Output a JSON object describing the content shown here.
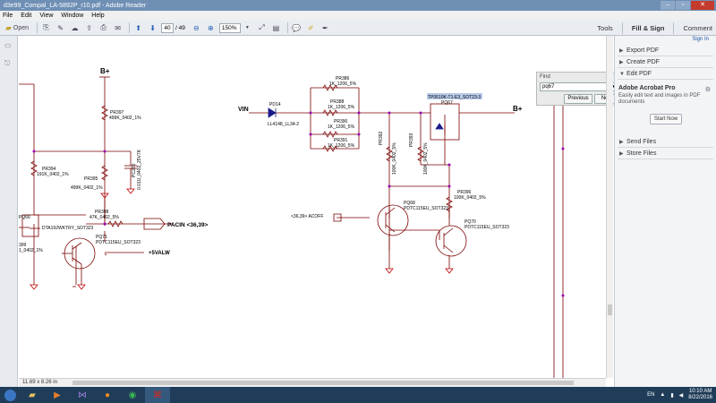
{
  "window": {
    "title": "d3e99_Compal_LA-5892P_r10.pdf - Adobe Reader"
  },
  "menu": [
    "File",
    "Edit",
    "View",
    "Window",
    "Help"
  ],
  "toolbar": {
    "open_label": "Open",
    "current_page": "40",
    "page_total": "/ 49",
    "zoom": "150%"
  },
  "top_right": {
    "tools": "Tools",
    "fill_sign": "Fill & Sign",
    "comment": "Comment"
  },
  "find": {
    "label": "Find",
    "value": "pq67",
    "previous": "Previous",
    "next": "Next"
  },
  "right_panel": {
    "sign_in": "Sign In",
    "export_pdf": "Export PDF",
    "create_pdf": "Create PDF",
    "edit_pdf": "Edit PDF",
    "promo_title": "Adobe Acrobat Pro",
    "promo_text": "Easily edit text and images in PDF documents",
    "start_now": "Start Now",
    "send_files": "Send Files",
    "store_files": "Store Files"
  },
  "status": {
    "page_size": "11.69 x 8.26 in"
  },
  "taskbar": {
    "lang": "EN",
    "time": "10:10 AM",
    "date": "8/22/2016"
  },
  "schematic": {
    "bplus_left": "B+",
    "bplus_right": "B+",
    "vin": "VIN",
    "pr397": "PR397",
    "pr397_val": "499K_0402_1%",
    "pr394": "PR394",
    "pr394_val": "191K_0402_1%",
    "pr395": "PR395",
    "pr395_val": "499K_0402_1%",
    "pc270": "PC270",
    "pc270_val": "0.01U_0402_25V7K",
    "pr398": "PR398",
    "pr398_val": "47K_0402_5%",
    "pq66": "PQ66",
    "pq66_val": "DTA192WKTRY_SOT323",
    "pq71": "PQ71",
    "pq71_val": "PDTC115EU_SOT323",
    "pacin": "PACIN <36,39>",
    "svalw": "+5VALW",
    "prx_val": "1_0402_1%",
    "r399": "399",
    "pd14": "PD14",
    "pd14_val": "LL4148_LL34-2",
    "pr386": "PR386",
    "pr386_val": "1K_1206_5%",
    "pr388": "PR388",
    "pr388_val": "1K_1206_5%",
    "pr390": "PR390",
    "pr390_val": "1K_1206_5%",
    "pr391": "PR391",
    "pr391_val": "1K_1206_5%",
    "pq67_part": "TP0610K-T1-E3_SOT23-3",
    "pq67": "PQ67",
    "pr392": "PR392",
    "pr392_val": "100K_0402_5%",
    "pr393": "PR393",
    "pr393_val": "100K_0402_5%",
    "pr396": "PR396",
    "pr396_val": "100K_0402_5%",
    "pq68": "PQ68",
    "pq68_val": "PDTC115EU_SOT323",
    "pq70": "PQ70",
    "pq70_val": "PDTC115EU_SOT323",
    "acoff": "<36,39> ACOFF"
  }
}
